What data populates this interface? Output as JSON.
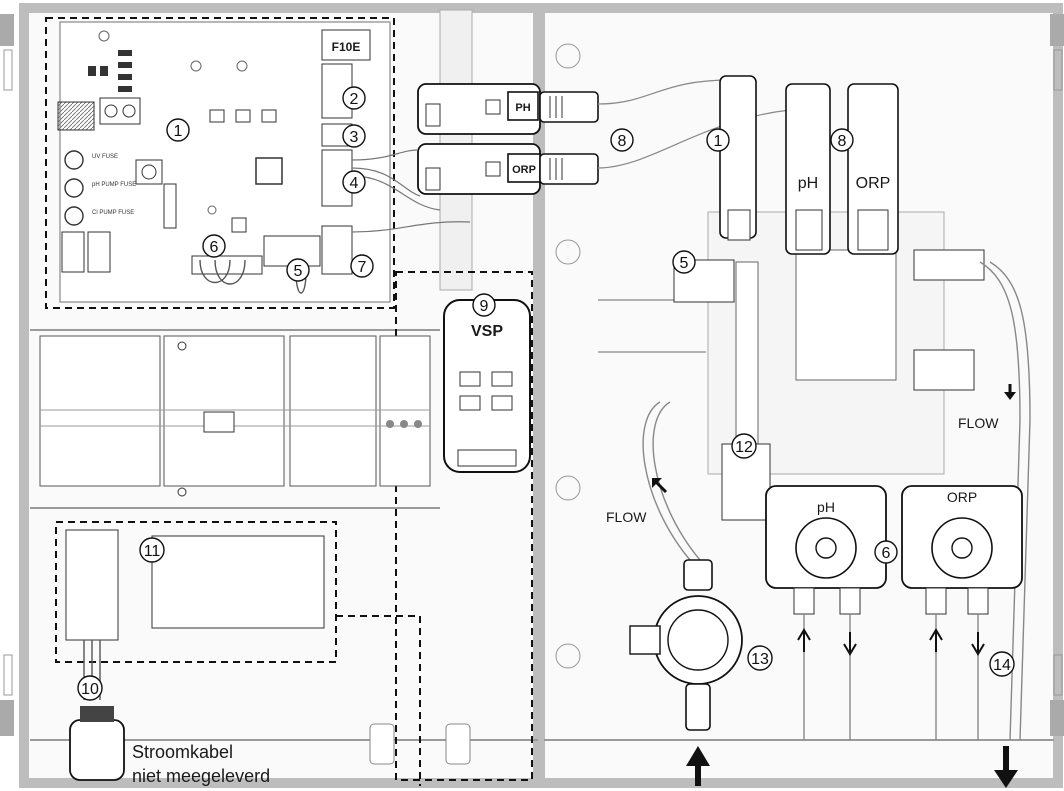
{
  "callouts": [
    "1",
    "2",
    "3",
    "4",
    "5",
    "6",
    "7",
    "8",
    "9",
    "10",
    "11",
    "12",
    "13",
    "14"
  ],
  "board": {
    "f10e": "F10E",
    "sensor_ph": "PH",
    "sensor_orp": "ORP",
    "vsp": "VSP",
    "uv_fuse": "UV FUSE",
    "ph_pump_fuse": "pH PUMP FUSE",
    "cl_pump_fuse": "Cl PUMP FUSE"
  },
  "probes": {
    "ph": "pH",
    "orp": "ORP"
  },
  "pumps": {
    "ph": "pH",
    "orp": "ORP"
  },
  "flow": {
    "left": "FLOW",
    "right": "FLOW"
  },
  "cable_note": {
    "line1": "Stroomkabel",
    "line2": "niet meegeleverd"
  },
  "colors": {
    "line": "#1a1a1a",
    "frame": "#c8c8c8",
    "panel": "#f7f7f7"
  }
}
